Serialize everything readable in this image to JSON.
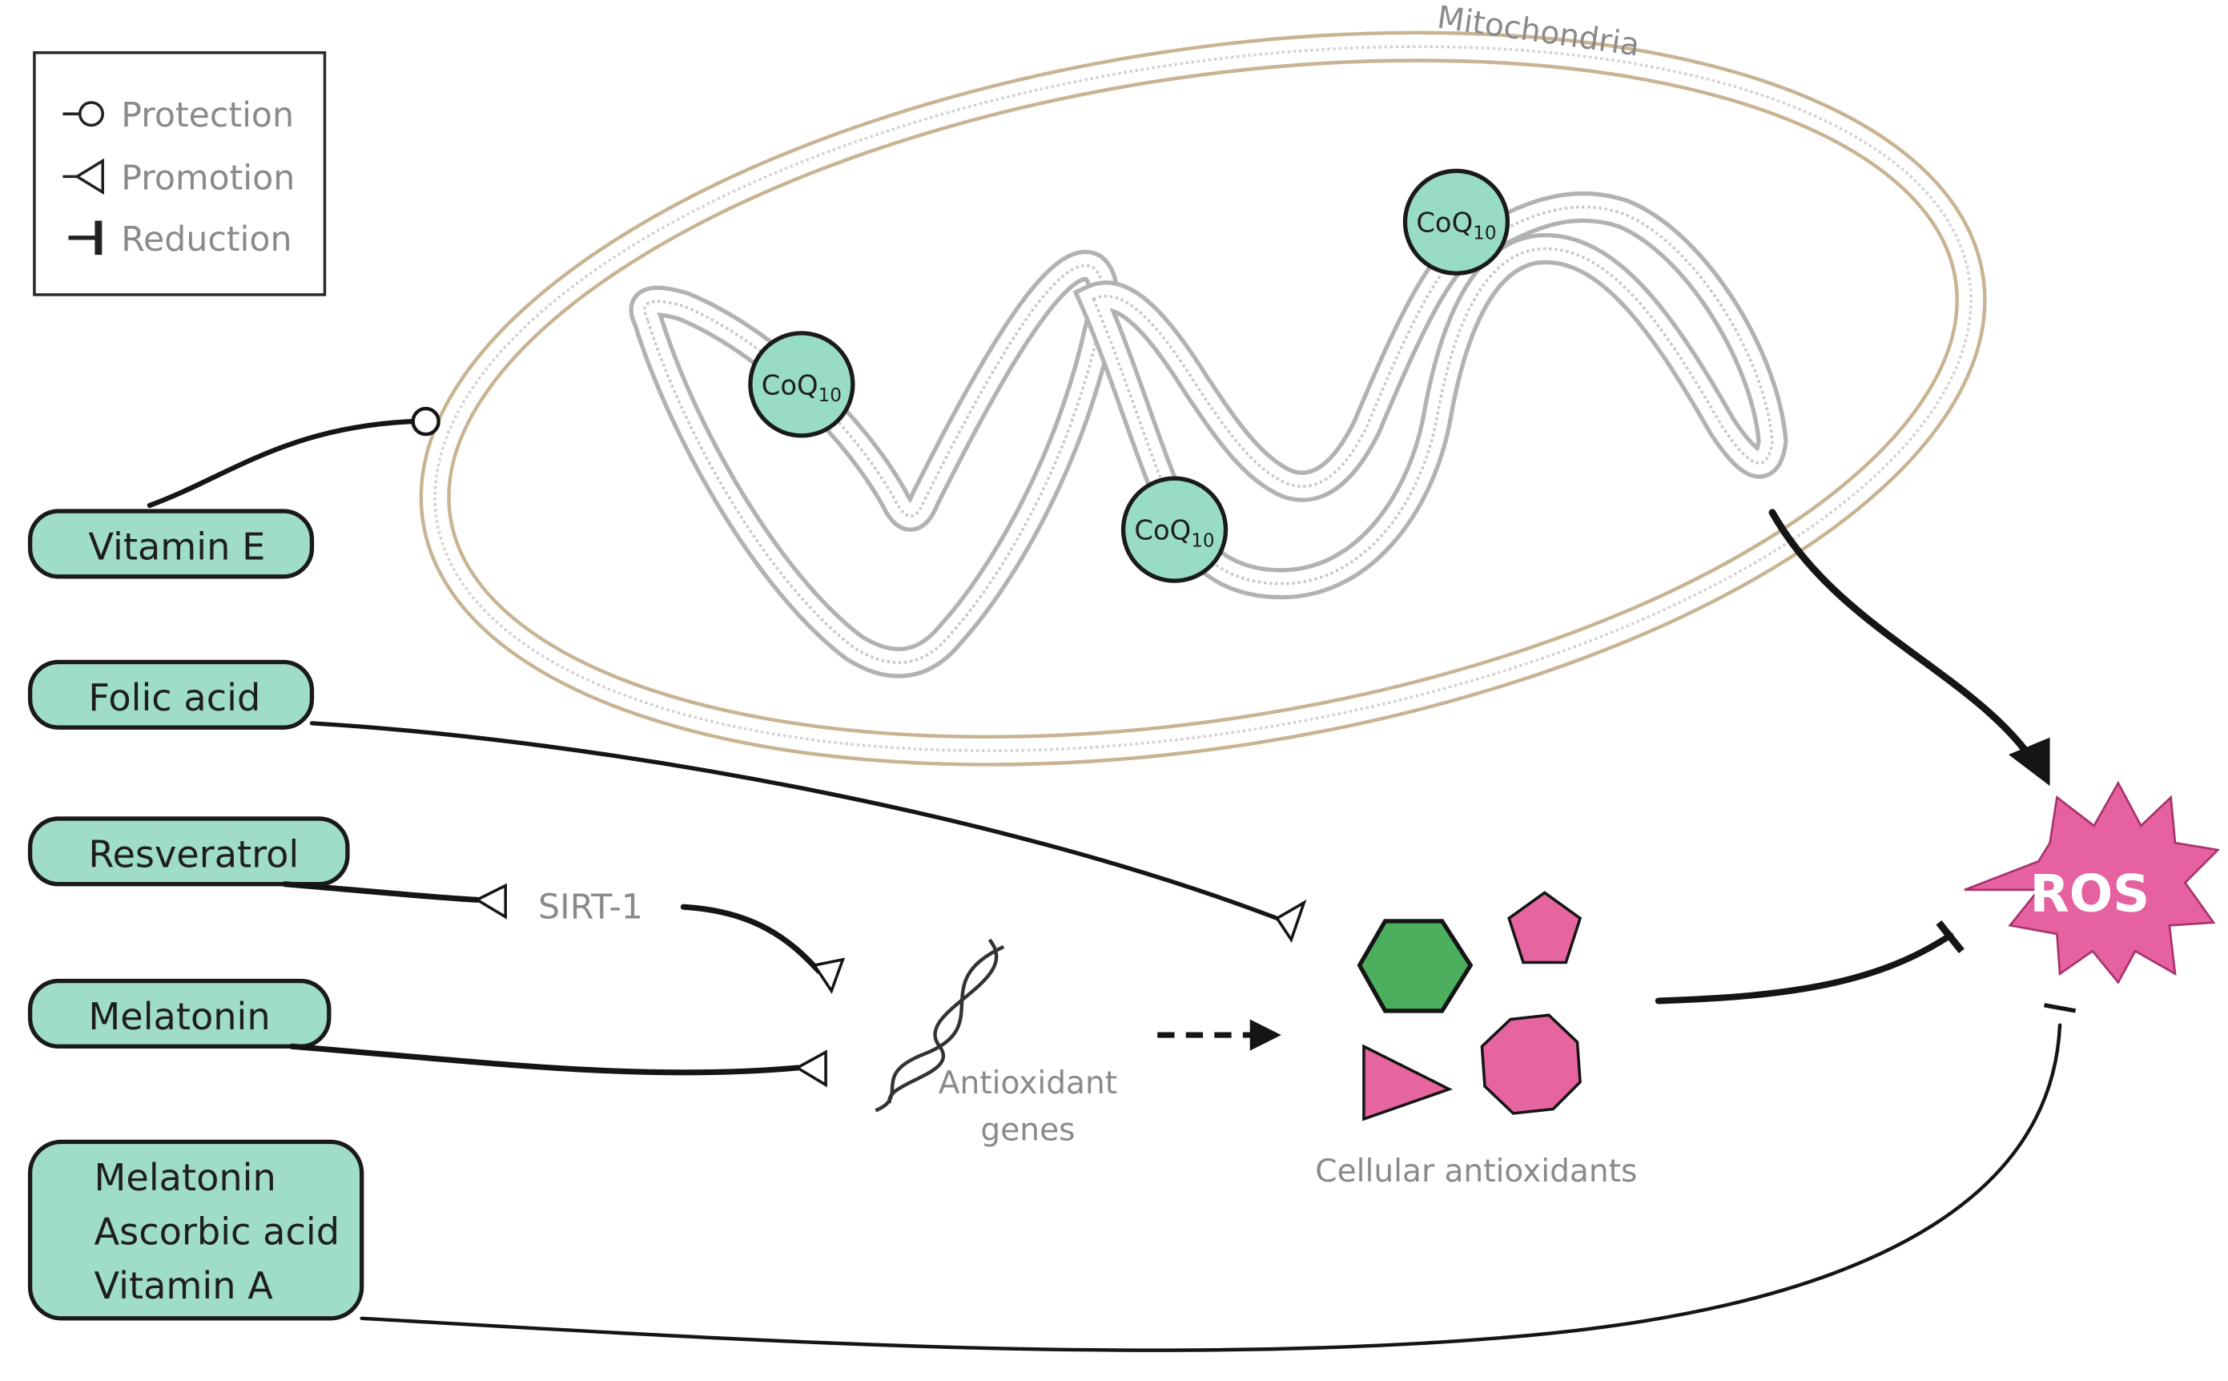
{
  "legend": {
    "protection": "Protection",
    "promotion": "Promotion",
    "reduction": "Reduction"
  },
  "mitochondria": {
    "label": "Mitochondria",
    "coq10": {
      "base": "CoQ",
      "sub": "10"
    }
  },
  "supplements": {
    "vitamin_e": "Vitamin E",
    "folic_acid": "Folic acid",
    "resveratrol": "Resveratrol",
    "melatonin": "Melatonin",
    "combo": [
      "Melatonin",
      "Ascorbic acid",
      "Vitamin A"
    ]
  },
  "nodes": {
    "sirt1": "SIRT-1",
    "genes": [
      "Antioxidant",
      "genes"
    ],
    "cellular": "Cellular antioxidants",
    "ros": "ROS"
  },
  "colors": {
    "box_fill": "#9fddc6",
    "coq_fill": "#98dcc3",
    "ros_fill": "#e5619f",
    "pink_shape": "#e7659e",
    "green_shape": "#4caf5d",
    "membrane": "#c8b392",
    "grey_text": "#8a8a8a"
  }
}
